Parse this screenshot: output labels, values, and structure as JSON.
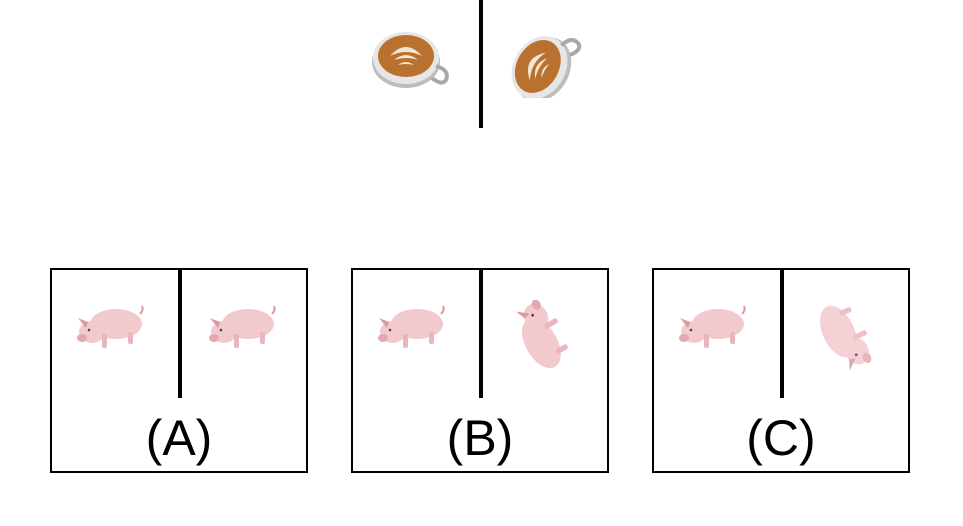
{
  "question": {
    "reference_pair": {
      "left_icon": "latte-cup-icon",
      "right_icon": "latte-cup-rotated-icon"
    }
  },
  "options": [
    {
      "label": "(A)",
      "left_icon": "pig-icon",
      "right_icon": "pig-icon"
    },
    {
      "label": "(B)",
      "left_icon": "pig-icon",
      "right_icon": "pig-rotated-icon"
    },
    {
      "label": "(C)",
      "left_icon": "pig-icon",
      "right_icon": "pig-mirrored-rotated-icon"
    }
  ],
  "colors": {
    "coffee": "#b8712f",
    "foam": "#f3e6d2",
    "cup": "#cfcfcf",
    "pig": "#f2c9cd",
    "pig_shade": "#d99aa2",
    "line": "#000000"
  }
}
